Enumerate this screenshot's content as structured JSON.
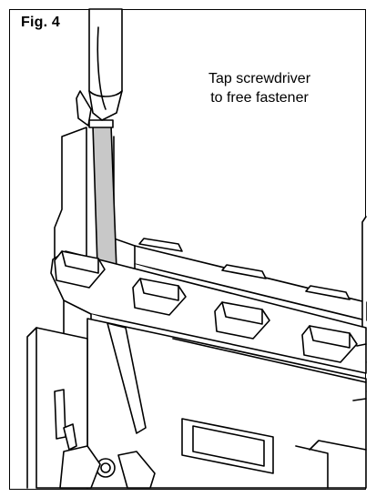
{
  "figure": {
    "label": "Fig. 4",
    "caption_lines": [
      "Tap screwdriver",
      "to free fastener"
    ]
  },
  "colors": {
    "line": "#000000",
    "background": "#ffffff",
    "shaft_shade": "#c8c8c8"
  },
  "icons": {
    "screwdriver": "screwdriver-icon",
    "fastener": "fastener-icon"
  }
}
